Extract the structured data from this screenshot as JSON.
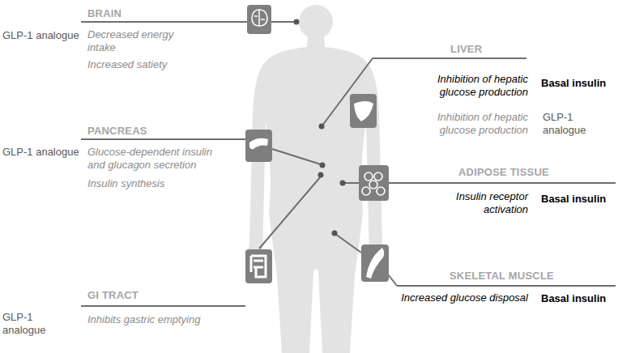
{
  "diagram": {
    "labels": [
      "BRAIN",
      "Decreased energy intake",
      "Increased satiety",
      "GLP-1 analogue",
      "PANCREAS",
      "Glucose-dependent insulin and glucagon secretion",
      "Insulin synthesis",
      "GLP-1 analogue",
      "GI TRACT",
      "Inhibits gastric emptying",
      "GLP-1 analogue",
      "LIVER",
      "Inhibition of hepatic glucose production",
      "Basal insulin",
      "Inhibition of hepatic glucose production",
      "GLP-1 analogue",
      "ADIPOSE TISSUE",
      "Insulin receptor activation",
      "Basal insulin",
      "SKELETAL MUSCLE",
      "Increased glucose disposal",
      "Basal insulin"
    ]
  }
}
